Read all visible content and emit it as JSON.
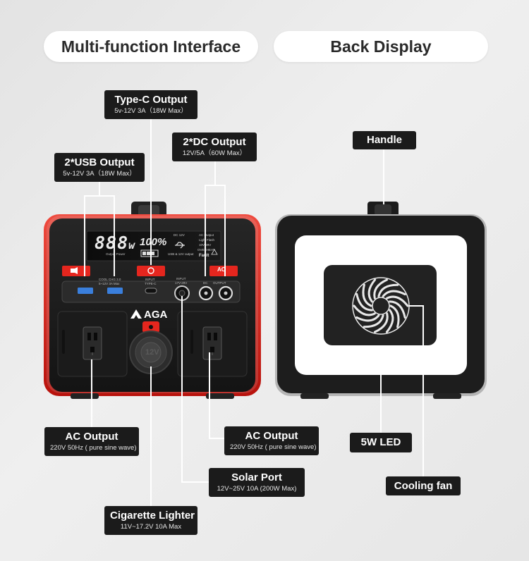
{
  "headings": {
    "left": "Multi-function Interface",
    "right": "Back Display"
  },
  "labels": {
    "typec": {
      "title": "Type-C Output",
      "sub": "5v-12V  3A（18W Max）"
    },
    "dc": {
      "title": "2*DC Output",
      "sub": "12V/5A（60W Max）"
    },
    "usb": {
      "title": "2*USB Output",
      "sub": "5v-12V  3A（18W Max）"
    },
    "handle": {
      "title": "Handle"
    },
    "ac_left": {
      "title": "AC Output",
      "sub": "220V 50Hz ( pure sine wave)"
    },
    "ac_right": {
      "title": "AC Output",
      "sub": "220V 50Hz ( pure sine wave)"
    },
    "led": {
      "title": "5W LED"
    },
    "solar": {
      "title": "Solar Port",
      "sub": "12V~25V  10A (200W Max)"
    },
    "fan": {
      "title": "Cooling fan"
    },
    "cig": {
      "title": "Cigarette Lighter",
      "sub": "11V~17.2V  10A Max"
    }
  },
  "device": {
    "brand": "AGA",
    "lcd_watts": "888",
    "lcd_unit": "w",
    "lcd_percent": "100%",
    "lcd_output_power": "Output Power",
    "lcd_dc": "DC 12V",
    "lcd_ac": "AC Output",
    "lcd_light": "Light Flash",
    "lcd_in": "10V-29V",
    "lcd_overheat": "OVERHEAT",
    "lcd_usb": "USB & 12V output",
    "lcd_fault": "Fault",
    "usb_text_1": "COOL CHG 3.0",
    "usb_text_2": "5~12V 3A Max",
    "typec_text_1": "INPUT",
    "typec_text_2": "TYPE-C",
    "solar_text_1": "INPUT",
    "solar_text_2": "17V-29V",
    "dc_text": "DC",
    "output_text": "OUTPUT",
    "ac_btn": "AC",
    "cig_text": "12V"
  },
  "colors": {
    "accent_red": "#e5261e",
    "label_bg": "#1b1b1b",
    "device_body": "#1e1e1e",
    "led_panel": "#ffffff"
  }
}
